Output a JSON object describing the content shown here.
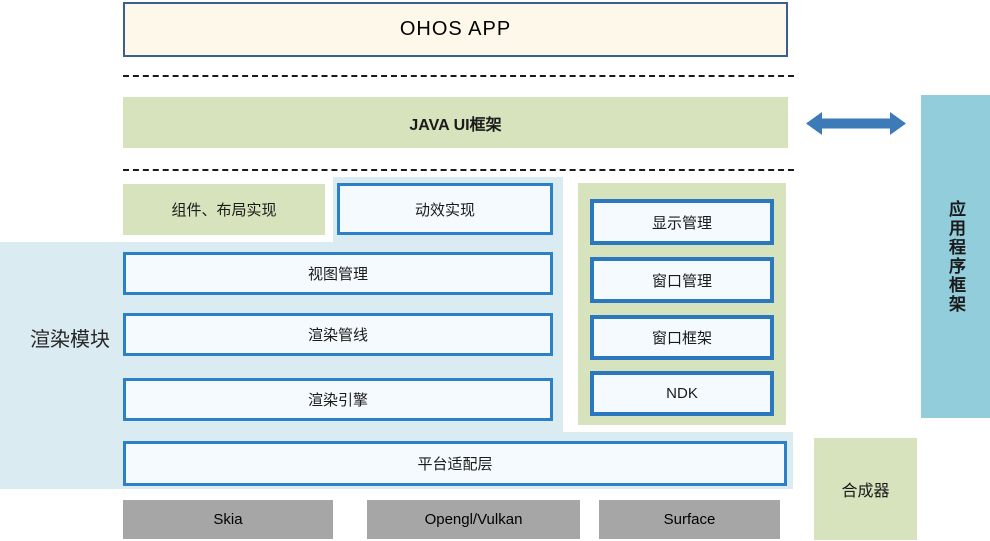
{
  "diagram": {
    "title_box": "OHOS APP",
    "java_ui_box": "JAVA UI框架",
    "app_framework_label": "应用程序框架",
    "component_layout_box": "组件、布局实现",
    "animation_box": "动效实现",
    "render_module_label": "渲染模块",
    "view_mgmt_box": "视图管理",
    "render_pipeline_box": "渲染管线",
    "render_engine_box": "渲染引擎",
    "platform_layer_box": "平台适配层",
    "green_panel_boxes": [
      "显示管理",
      "窗口管理",
      "窗口框架",
      "NDK"
    ],
    "compositor_box": "合成器",
    "bottom_boxes": [
      "Skia",
      "Opengl/Vulkan",
      "Surface"
    ]
  },
  "colors": {
    "cream_fill": "#FDF8EA",
    "navy_border": "#3A6090",
    "green_fill": "#D6E3BC",
    "light_blue_region": "#DAEBF2",
    "inner_box_fill": "#F4FAFE",
    "blue_border": "#2B80C6",
    "framework_panel_fill": "#92CDDC",
    "arrow_blue": "#3C7AB8",
    "gray_fill": "#A6A6A6"
  }
}
